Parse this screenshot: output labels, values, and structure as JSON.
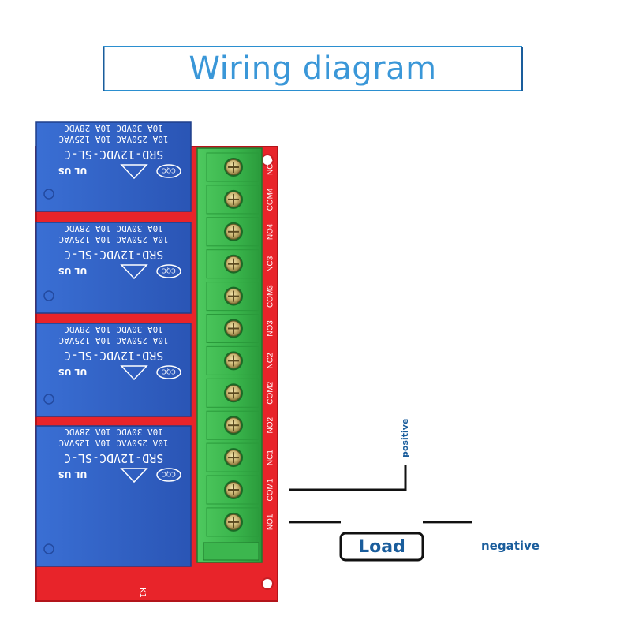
{
  "title": "Wiring diagram",
  "relay_label": {
    "model": "SRD-12VDC-SL-C",
    "rating_line1": "10A 250VAC 10A 125VAC",
    "rating_line2": "10A 30VDC 10A 28VDC",
    "cert_cqc": "CQC",
    "cert_ul": "UL US"
  },
  "terminal_labels": [
    "NC4",
    "COM4",
    "NO4",
    "NC3",
    "COM3",
    "NO3",
    "NC2",
    "COM2",
    "NO2",
    "NC1",
    "COM1",
    "NO1"
  ],
  "board_label": "K1",
  "wiring": {
    "positive_label": "positive",
    "load_label": "Load",
    "negative_label": "negative"
  },
  "colors": {
    "title": "#3a97d8",
    "relay_blue": "#2f63c8",
    "terminal_green": "#3fbf52",
    "board_red": "#e8242a",
    "wire": "#111111",
    "annotation_text": "#1a5d9c"
  }
}
